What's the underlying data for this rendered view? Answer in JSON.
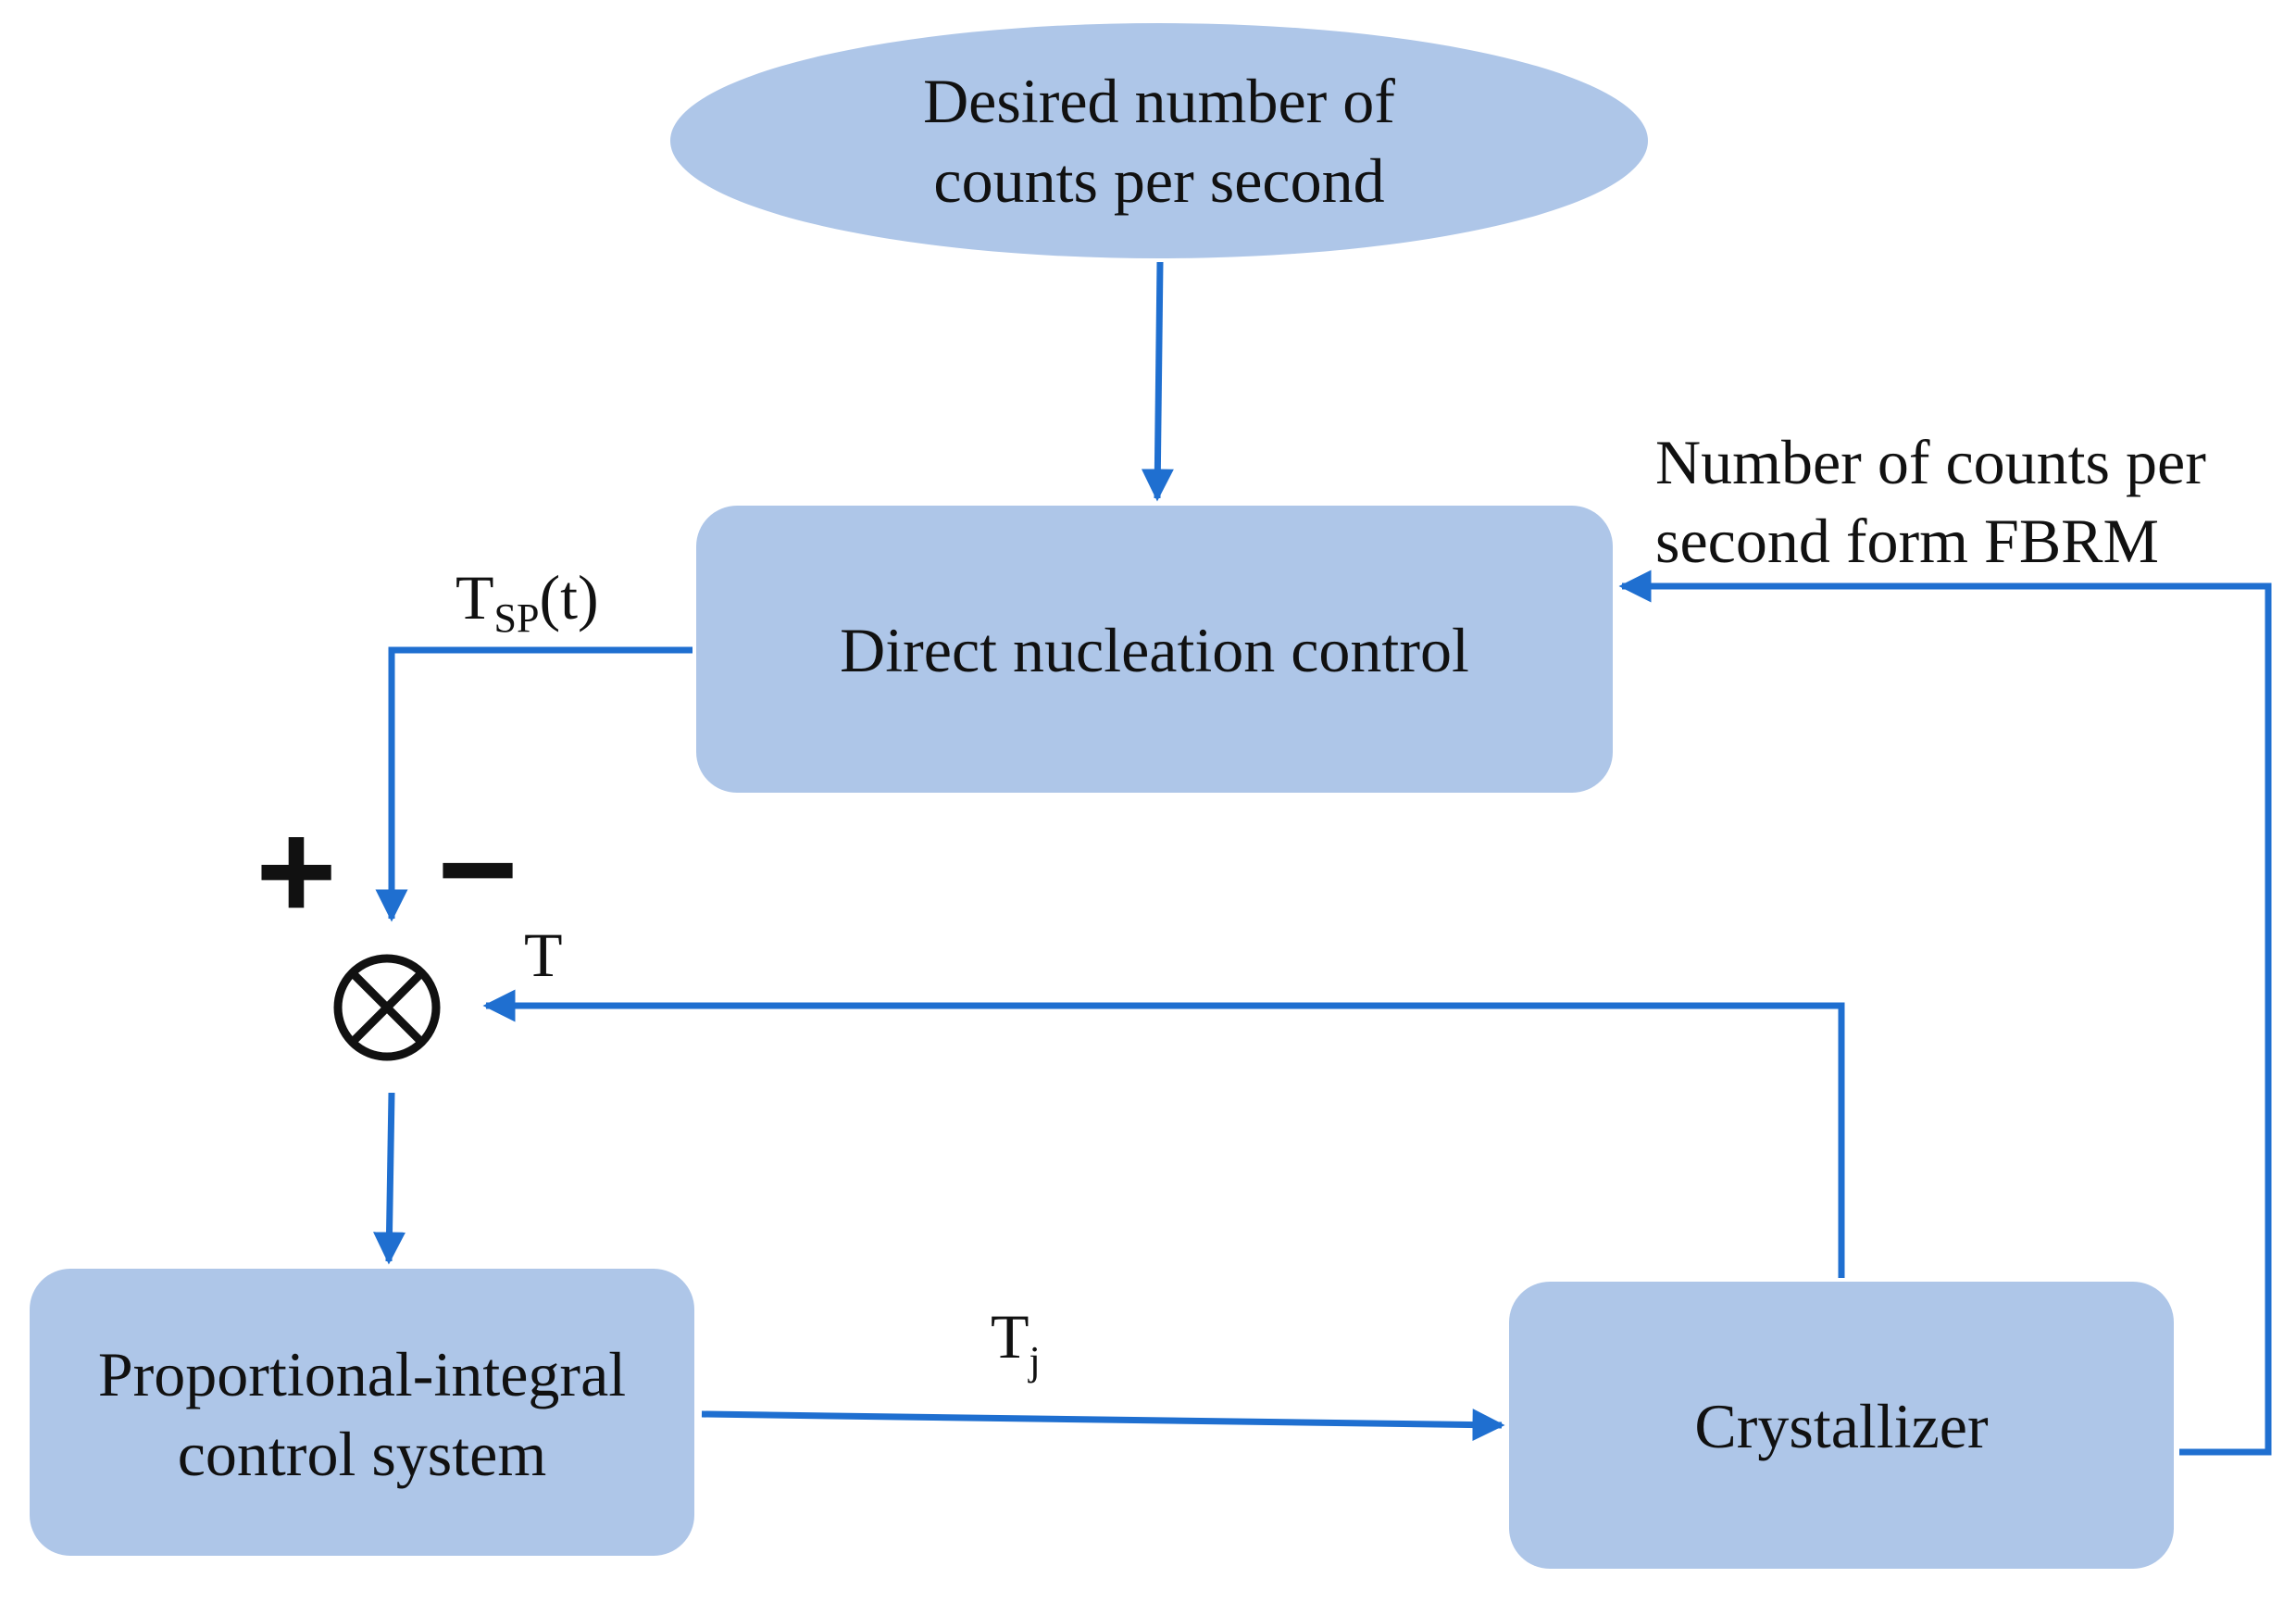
{
  "nodes": {
    "desired": {
      "line1": "Desired number of",
      "line2": "counts per second"
    },
    "dnc": {
      "label": "Direct nucleation control"
    },
    "pi": {
      "line1": "Proportional-integral",
      "line2": "control system"
    },
    "crystallizer": {
      "label": "Crystallizer"
    }
  },
  "labels": {
    "tsp_main": "T",
    "tsp_sub": "SP",
    "tsp_tail": "(t)",
    "t": "T",
    "tj_main": "T",
    "tj_sub": "j",
    "fbrm_line1": "Number of counts per",
    "fbrm_line2": "second form FBRM",
    "plus": "+",
    "minus": "−"
  },
  "colors": {
    "node_fill": "#aec6e8",
    "arrow": "#1f6fd0",
    "text": "#111111"
  }
}
